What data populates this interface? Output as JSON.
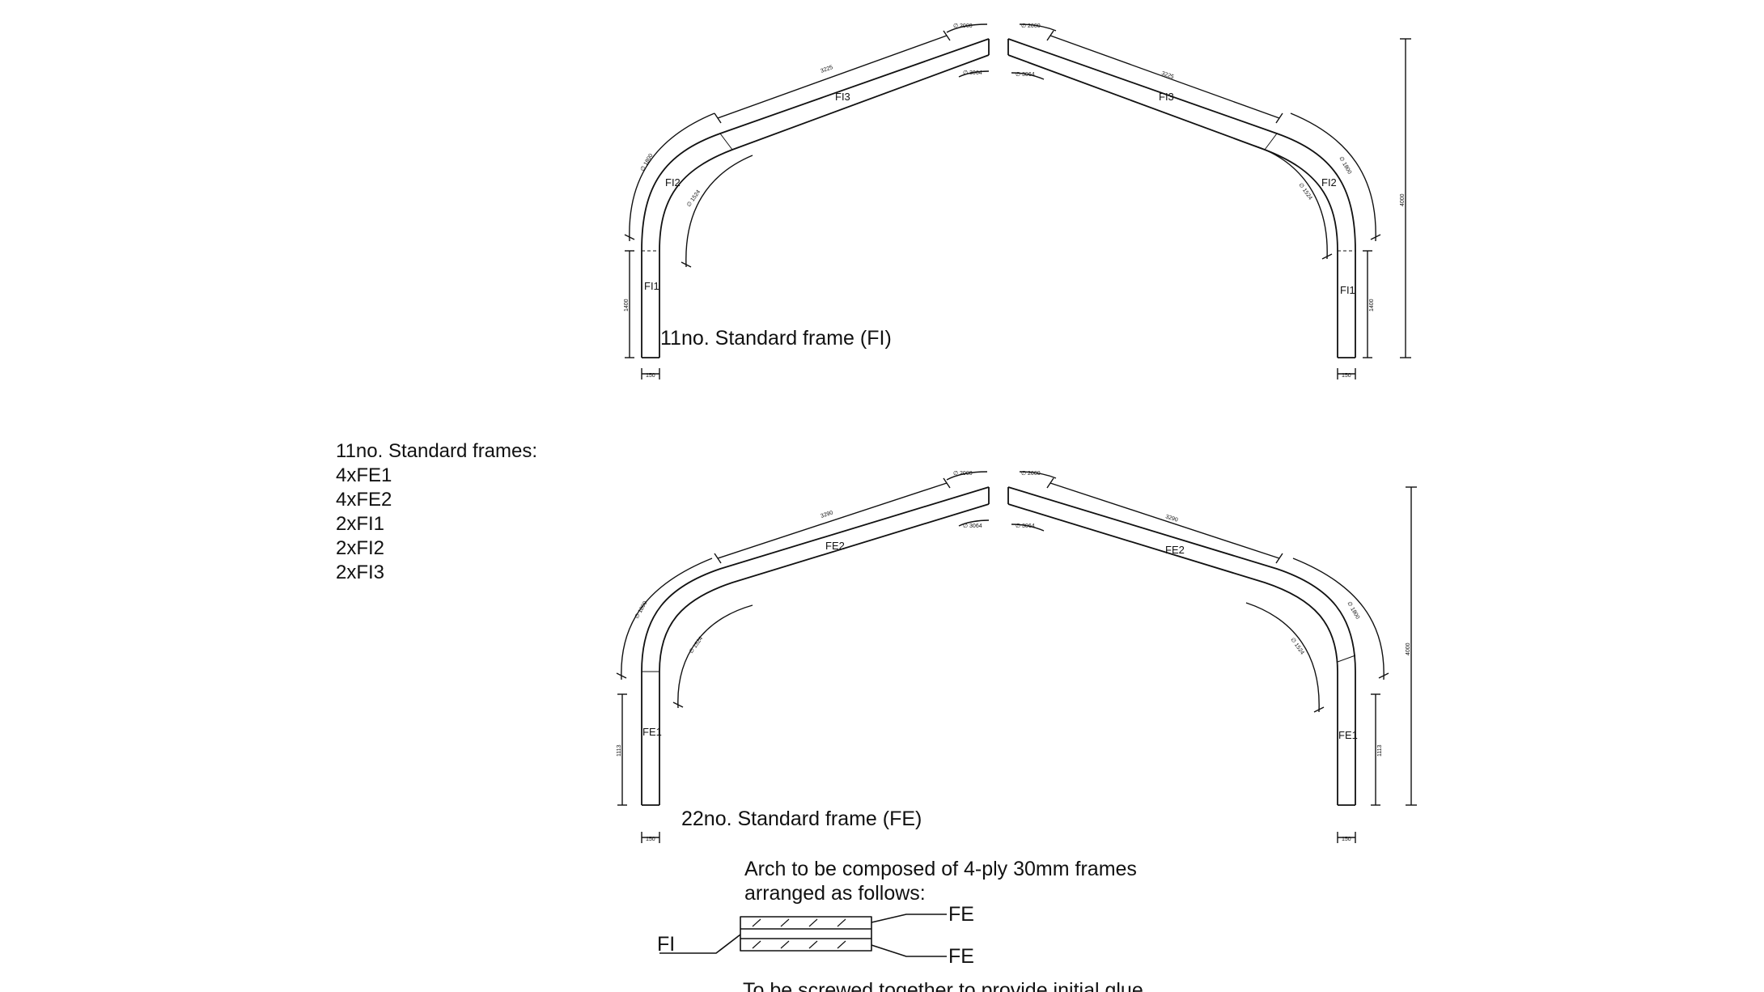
{
  "frames": {
    "fi": {
      "caption": "11no. Standard frame (FI)",
      "parts": {
        "leg": "FI1",
        "bend": "FI2",
        "rafter": "FI3"
      },
      "dims": {
        "rafter": "3225",
        "arc_outer": "∅ 1800",
        "arc_inner": "∅ 1524",
        "apex_outer": "∅ 2000",
        "apex_inner": "∅ 3064",
        "leg": "1400",
        "width": "150",
        "height": "4000"
      }
    },
    "fe": {
      "caption": "22no. Standard frame (FE)",
      "parts": {
        "leg": "FE1",
        "rafter": "FE2"
      },
      "dims": {
        "rafter": "3290",
        "arc_outer": "∅ 1800",
        "arc_inner": "∅ 1524",
        "apex_outer": "∅ 2000",
        "apex_inner": "∅ 3064",
        "leg": "1113",
        "width": "150",
        "height": "4000"
      }
    }
  },
  "schedule": {
    "title": "11no. Standard frames:",
    "items": [
      "4xFE1",
      "4xFE2",
      "2xFI1",
      "2xFI2",
      "2xFI3"
    ]
  },
  "note": {
    "line1": "Arch to be composed of 4-ply 30mm frames",
    "line2": "arranged as follows:",
    "label_fi": "FI",
    "label_fe_top": "FE",
    "label_fe_bottom": "FE",
    "line3": "To be screwed together to provide initial glue"
  }
}
